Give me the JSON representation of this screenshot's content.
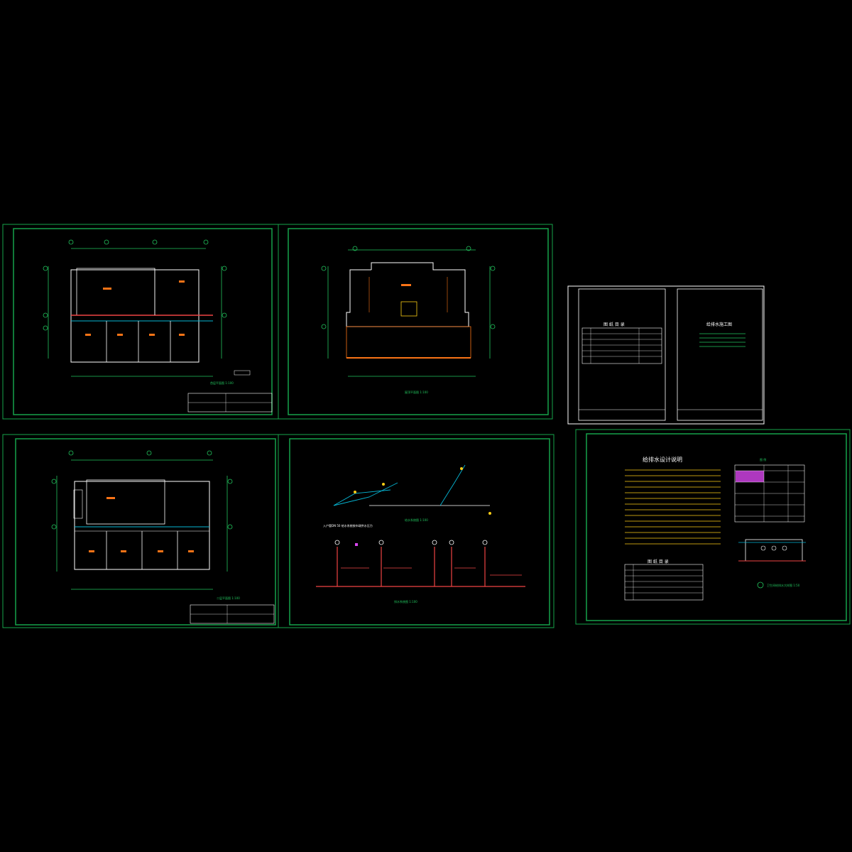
{
  "drawing_set": {
    "background": "#000000",
    "frame_color": "#16a34a",
    "sheets": [
      {
        "id": "ground-floor-plan",
        "caption": "首层平面图 1:100",
        "caption_color": "#22c55e"
      },
      {
        "id": "roof-plan",
        "caption": "屋顶平面图 1:100",
        "caption_color": "#22c55e"
      },
      {
        "id": "second-floor-plan",
        "caption": "二层平面图 1:100",
        "caption_color": "#22c55e"
      },
      {
        "id": "system-diagram",
        "caption": "给水系统图 1:100",
        "caption2": "排水系统图 1:100",
        "note": "入户管DN 50 给水系统按市政供水压力"
      },
      {
        "id": "index-sheet",
        "index_title": "图 纸 目 录",
        "cover_title": "给排水施工图"
      },
      {
        "id": "design-notes",
        "notes_title": "给排水设计说明",
        "legend_title": "图 例",
        "catalog_title": "图 纸 目 录",
        "detail_caption": "卫生间给排水大样图 1:50"
      }
    ]
  },
  "colors": {
    "wall": "#ffffff",
    "axis": "#22c55e",
    "room_label": "#f97316",
    "pipe_supply": "#06b6d4",
    "pipe_drain": "#ef4444",
    "fixture": "#facc15",
    "accent_magenta": "#d946ef"
  }
}
